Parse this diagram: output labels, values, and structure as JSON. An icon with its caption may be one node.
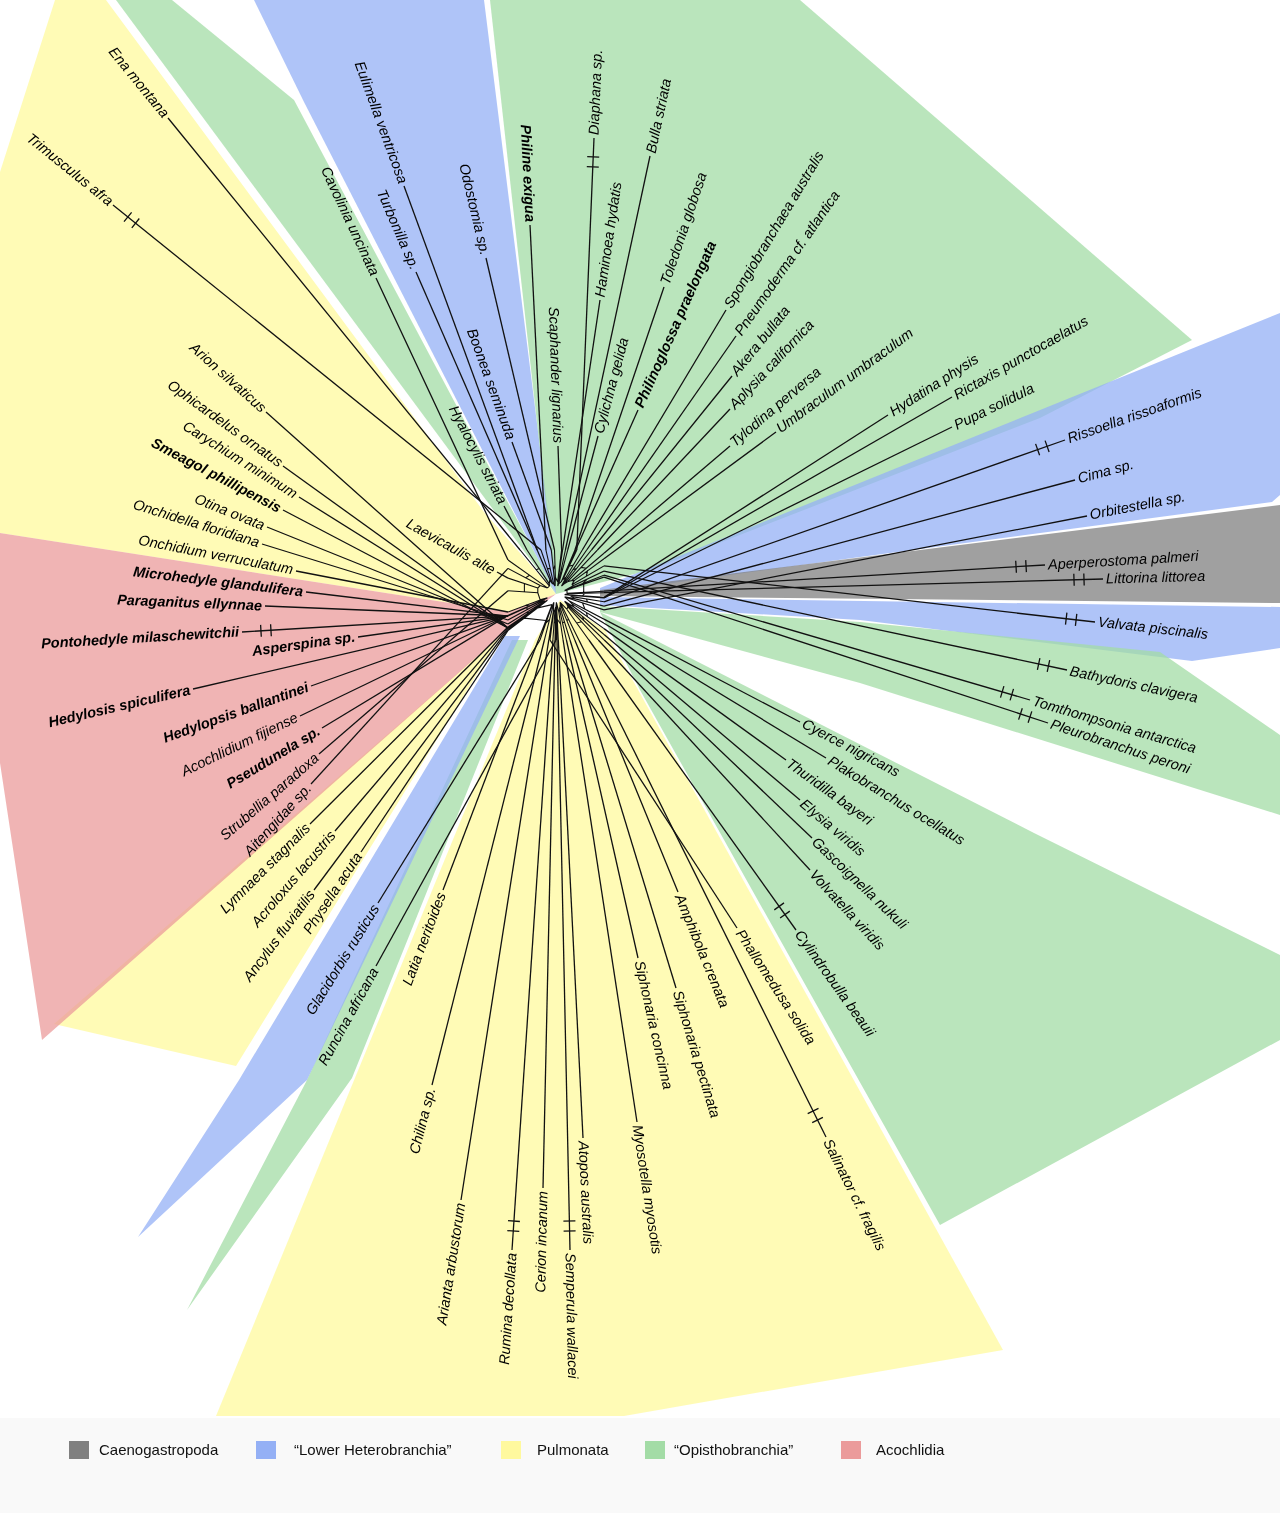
{
  "diagram": {
    "nodes": [
      {
        "text": [],
        "shape": "picture"
      },
      {
        "text": [],
        "shape": "wedge"
      },
      {
        "text": [
          "Ena montana"
        ],
        "in": 1
      },
      {
        "text": [
          "Trimusculus afra"
        ],
        "in": 1
      },
      {
        "text": [
          "Arion silvaticus"
        ],
        "in": 1
      },
      {
        "text": [
          "Ophicardelus ornatus"
        ],
        "in": 1
      },
      {
        "text": [
          "Carychium minimum"
        ],
        "in": 1
      },
      {
        "text": [
          "Smeagol phillipensis"
        ],
        "in": 1
      },
      {
        "text": [
          "Otina ovata"
        ],
        "in": 1
      },
      {
        "text": [
          "Onchidella floridiana"
        ],
        "in": 1
      },
      {
        "text": [
          "Onchidium verruculatum"
        ],
        "in": 1
      },
      {
        "text": [
          "Laevicaulis alte"
        ],
        "in": 1
      },
      {
        "text": [],
        "shape": "wedge"
      },
      {
        "text": [
          "Cavolinia uncinata"
        ],
        "in": 12
      },
      {
        "text": [
          "Hyalocylis striata"
        ],
        "in": 12
      },
      {
        "text": [],
        "shape": "wedge"
      },
      {
        "text": [
          "Eulimella ventricosa"
        ],
        "in": 15
      },
      {
        "text": [
          "Turbonilla sp."
        ],
        "in": 15
      },
      {
        "text": [
          "Odostomia sp."
        ],
        "in": 15
      },
      {
        "text": [
          "Boonea seminuda"
        ],
        "in": 15
      },
      {
        "text": [],
        "shape": "wedge"
      },
      {
        "text": [
          "Philine exigua"
        ],
        "in": 20
      },
      {
        "text": [
          "Scaphander lignarius"
        ],
        "in": 20
      },
      {
        "text": [
          "Diaphana sp."
        ],
        "in": 20
      },
      {
        "text": [
          "Haminoea hydatis"
        ],
        "in": 20
      },
      {
        "text": [
          "Bulla striata"
        ],
        "in": 20
      },
      {
        "text": [
          "Cylichna gelida"
        ],
        "in": 20
      },
      {
        "text": [
          "Toledonia globosa"
        ],
        "in": 20
      },
      {
        "text": [
          "Philinoglossa praelongata"
        ],
        "in": 20
      },
      {
        "text": [
          "Spongiobranchaea australis"
        ],
        "in": 20
      },
      {
        "text": [
          "Pneumoderma cf. atlantica"
        ],
        "in": 20
      },
      {
        "text": [
          "Akera bullata"
        ],
        "in": 20
      },
      {
        "text": [
          "Aplysia californica"
        ],
        "in": 20
      },
      {
        "text": [
          "Tylodina perversa"
        ],
        "in": 20
      },
      {
        "text": [
          "Umbraculum umbraculum"
        ],
        "in": 20
      },
      {
        "text": [
          "Hydatina physis"
        ],
        "in": 20
      },
      {
        "text": [
          "Rictaxis punctocaelatus"
        ],
        "in": 20
      },
      {
        "text": [
          "Pupa solidula"
        ],
        "in": 20
      },
      {
        "text": [],
        "shape": "wedge"
      },
      {
        "text": [
          "Rissoella rissoaformis"
        ],
        "in": 38
      },
      {
        "text": [
          "Cima sp."
        ],
        "in": 38
      },
      {
        "text": [
          "Orbitestella sp."
        ],
        "in": 38
      },
      {
        "text": [],
        "shape": "wedge"
      },
      {
        "text": [
          "Aperperostoma palmeri"
        ],
        "in": 42
      },
      {
        "text": [
          "Littorina littorea"
        ],
        "in": 42
      },
      {
        "text": [],
        "shape": "wedge"
      },
      {
        "text": [
          "Valvata piscinalis"
        ],
        "in": 45
      },
      {
        "text": [],
        "shape": "wedge"
      },
      {
        "text": [
          "Bathydoris clavigera"
        ],
        "in": 47
      },
      {
        "text": [
          "Tomthompsonia antarctica"
        ],
        "in": 47
      },
      {
        "text": [
          "Pleurobranchus peroni"
        ],
        "in": 47
      },
      {
        "text": [],
        "shape": "wedge"
      },
      {
        "text": [
          "Cyerce nigricans"
        ],
        "in": 51
      },
      {
        "text": [
          "Plakobranchus ocellatus"
        ],
        "in": 51
      },
      {
        "text": [
          "Thuridilla bayeri"
        ],
        "in": 51
      },
      {
        "text": [
          "Elysia viridis"
        ],
        "in": 51
      },
      {
        "text": [
          "Gascoignella nukuli"
        ],
        "in": 51
      },
      {
        "text": [
          "Volvatella viridis"
        ],
        "in": 51
      },
      {
        "text": [
          "Cylindrobulla beauii"
        ],
        "in": 51
      },
      {
        "text": [],
        "shape": "wedge"
      },
      {
        "text": [
          "Phallomedusa solida"
        ],
        "in": 59
      },
      {
        "text": [
          "Salinator cf. fragilis"
        ],
        "in": 59
      },
      {
        "text": [
          "Amphibola crenata"
        ],
        "in": 59
      },
      {
        "text": [
          "Siphonaria pectinata"
        ],
        "in": 59
      },
      {
        "text": [
          "Siphonaria concinna"
        ],
        "in": 59
      },
      {
        "text": [
          "Myosotella myosotis"
        ],
        "in": 59
      },
      {
        "text": [
          "Atopos australis"
        ],
        "in": 59
      },
      {
        "text": [
          "Semperula wallacei"
        ],
        "in": 59
      },
      {
        "text": [
          "Cerion incanum"
        ],
        "in": 59
      },
      {
        "text": [
          "Rumina decollata"
        ],
        "in": 59
      },
      {
        "text": [
          "Arianta arbustorum"
        ],
        "in": 59
      },
      {
        "text": [
          "Chilina sp."
        ],
        "in": 59
      },
      {
        "text": [
          "Latia neritoides"
        ],
        "in": 59
      },
      {
        "text": [],
        "shape": "wedge"
      },
      {
        "text": [
          "Runcina africana"
        ],
        "in": 73
      },
      {
        "text": [],
        "shape": "wedge"
      },
      {
        "text": [
          "Glacidorbis rusticus"
        ],
        "in": 75
      },
      {
        "text": [],
        "shape": "wedge"
      },
      {
        "text": [
          "Physella acuta"
        ],
        "in": 77
      },
      {
        "text": [
          "Ancylus fluviatilis"
        ],
        "in": 77
      },
      {
        "text": [
          "Acroloxus lacustris"
        ],
        "in": 77
      },
      {
        "text": [
          "Lymnaea stagnalis"
        ],
        "in": 77
      },
      {
        "text": [],
        "shape": "wedge"
      },
      {
        "text": [
          "Aitengidae sp."
        ],
        "in": 82
      },
      {
        "text": [
          "Strubellia paradoxa"
        ],
        "in": 82
      },
      {
        "text": [
          "Pseudunela sp."
        ],
        "in": 82
      },
      {
        "text": [
          "Acochlidium fijiense"
        ],
        "in": 82
      },
      {
        "text": [
          "Hedylopsis ballantinei"
        ],
        "in": 82
      },
      {
        "text": [
          "Hedylosis spiculifera"
        ],
        "in": 82
      },
      {
        "text": [
          "Asperspina sp."
        ],
        "in": 82
      },
      {
        "text": [
          "Pontohedyle milaschewitchii"
        ],
        "in": 82
      },
      {
        "text": [
          "Paraganitus ellynnae"
        ],
        "in": 82
      },
      {
        "text": [
          "Microhedyle glandulifera"
        ],
        "in": 82
      }
    ],
    "edges": [
      {
        "from": 0,
        "to": 2,
        "arrow": "none"
      },
      {
        "from": 0,
        "to": 3,
        "arrow": "none"
      },
      {
        "from": 0,
        "to": 4,
        "arrow": "none"
      },
      {
        "from": 0,
        "to": 5,
        "arrow": "none"
      },
      {
        "from": 0,
        "to": 6,
        "arrow": "none"
      },
      {
        "from": 0,
        "to": 7,
        "arrow": "none"
      },
      {
        "from": 0,
        "to": 8,
        "arrow": "none"
      },
      {
        "from": 0,
        "to": 9,
        "arrow": "none"
      },
      {
        "from": 0,
        "to": 10,
        "arrow": "none"
      },
      {
        "from": 0,
        "to": 11,
        "arrow": "none"
      },
      {
        "from": 0,
        "to": 13,
        "arrow": "none"
      },
      {
        "from": 0,
        "to": 14,
        "arrow": "none"
      },
      {
        "from": 0,
        "to": 16,
        "arrow": "none"
      },
      {
        "from": 0,
        "to": 17,
        "arrow": "none"
      },
      {
        "from": 0,
        "to": 18,
        "arrow": "none"
      },
      {
        "from": 0,
        "to": 19,
        "arrow": "none"
      },
      {
        "from": 0,
        "to": 21,
        "arrow": "none"
      },
      {
        "from": 0,
        "to": 22,
        "arrow": "none"
      },
      {
        "from": 0,
        "to": 23,
        "arrow": "none"
      },
      {
        "from": 0,
        "to": 24,
        "arrow": "none"
      },
      {
        "from": 0,
        "to": 25,
        "arrow": "none"
      },
      {
        "from": 0,
        "to": 26,
        "arrow": "none"
      },
      {
        "from": 0,
        "to": 27,
        "arrow": "none"
      },
      {
        "from": 0,
        "to": 28,
        "arrow": "none"
      },
      {
        "from": 0,
        "to": 29,
        "arrow": "none"
      },
      {
        "from": 0,
        "to": 30,
        "arrow": "none"
      },
      {
        "from": 0,
        "to": 31,
        "arrow": "none"
      },
      {
        "from": 0,
        "to": 32,
        "arrow": "none"
      },
      {
        "from": 0,
        "to": 33,
        "arrow": "none"
      },
      {
        "from": 0,
        "to": 34,
        "arrow": "none"
      },
      {
        "from": 0,
        "to": 35,
        "arrow": "none"
      },
      {
        "from": 0,
        "to": 36,
        "arrow": "none"
      },
      {
        "from": 0,
        "to": 37,
        "arrow": "none"
      },
      {
        "from": 0,
        "to": 39,
        "arrow": "none"
      },
      {
        "from": 0,
        "to": 40,
        "arrow": "none"
      },
      {
        "from": 0,
        "to": 41,
        "arrow": "none"
      },
      {
        "from": 0,
        "to": 43,
        "arrow": "none"
      },
      {
        "from": 0,
        "to": 44,
        "arrow": "none"
      },
      {
        "from": 0,
        "to": 46,
        "arrow": "none"
      },
      {
        "from": 0,
        "to": 48,
        "arrow": "none"
      },
      {
        "from": 0,
        "to": 49,
        "arrow": "none"
      },
      {
        "from": 0,
        "to": 50,
        "arrow": "none"
      },
      {
        "from": 0,
        "to": 52,
        "arrow": "none"
      },
      {
        "from": 0,
        "to": 53,
        "arrow": "none"
      },
      {
        "from": 0,
        "to": 54,
        "arrow": "none"
      },
      {
        "from": 0,
        "to": 55,
        "arrow": "none"
      },
      {
        "from": 0,
        "to": 56,
        "arrow": "none"
      },
      {
        "from": 0,
        "to": 57,
        "arrow": "none"
      },
      {
        "from": 0,
        "to": 58,
        "arrow": "none"
      },
      {
        "from": 0,
        "to": 60,
        "arrow": "none"
      },
      {
        "from": 0,
        "to": 61,
        "arrow": "none"
      },
      {
        "from": 0,
        "to": 62,
        "arrow": "none"
      },
      {
        "from": 0,
        "to": 63,
        "arrow": "none"
      },
      {
        "from": 0,
        "to": 64,
        "arrow": "none"
      },
      {
        "from": 0,
        "to": 65,
        "arrow": "none"
      },
      {
        "from": 0,
        "to": 66,
        "arrow": "none"
      },
      {
        "from": 0,
        "to": 67,
        "arrow": "none"
      },
      {
        "from": 0,
        "to": 68,
        "arrow": "none"
      },
      {
        "from": 0,
        "to": 69,
        "arrow": "none"
      },
      {
        "from": 0,
        "to": 70,
        "arrow": "none"
      },
      {
        "from": 0,
        "to": 71,
        "arrow": "none"
      },
      {
        "from": 0,
        "to": 72,
        "arrow": "none"
      },
      {
        "from": 0,
        "to": 74,
        "arrow": "none"
      },
      {
        "from": 0,
        "to": 76,
        "arrow": "none"
      },
      {
        "from": 0,
        "to": 78,
        "arrow": "none"
      },
      {
        "from": 0,
        "to": 79,
        "arrow": "none"
      },
      {
        "from": 0,
        "to": 80,
        "arrow": "none"
      },
      {
        "from": 0,
        "to": 81,
        "arrow": "none"
      },
      {
        "from": 0,
        "to": 83,
        "arrow": "none"
      },
      {
        "from": 0,
        "to": 84,
        "arrow": "none"
      },
      {
        "from": 0,
        "to": 85,
        "arrow": "none"
      },
      {
        "from": 0,
        "to": 86,
        "arrow": "none"
      },
      {
        "from": 0,
        "to": 87,
        "arrow": "none"
      },
      {
        "from": 0,
        "to": 88,
        "arrow": "none"
      },
      {
        "from": 0,
        "to": 89,
        "arrow": "none"
      },
      {
        "from": 0,
        "to": 90,
        "arrow": "none"
      },
      {
        "from": 0,
        "to": 91,
        "arrow": "none"
      },
      {
        "from": 0,
        "to": 92,
        "arrow": "none"
      }
    ],
    "legend": [
      {
        "text": "Caenogastropoda",
        "color": "#808080"
      },
      {
        "text": "“Lower Heterobranchia”",
        "color": "#94b0f5"
      },
      {
        "text": "Pulmonata",
        "color": "#fff99e"
      },
      {
        "text": "“Opisthobranchia”",
        "color": "#a3dca6"
      },
      {
        "text": "Acochlidia",
        "color": "#eb9b9b"
      }
    ]
  }
}
